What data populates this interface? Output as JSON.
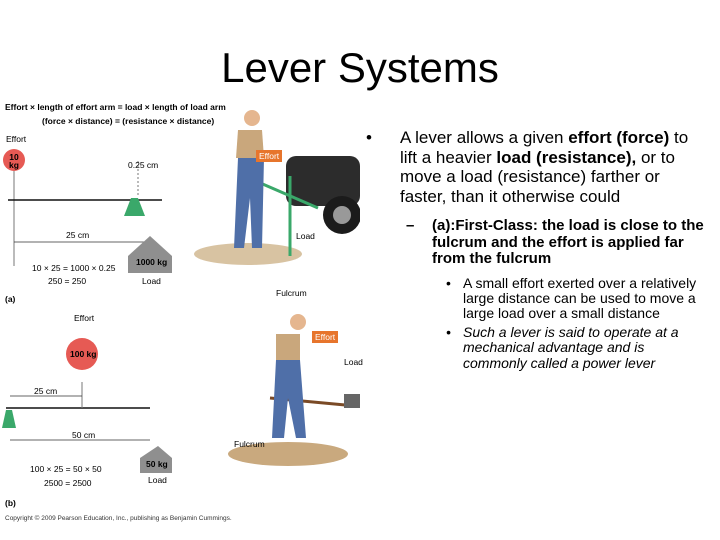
{
  "slide": {
    "title": "Lever Systems",
    "bullet1": {
      "t1": "A lever allows a given ",
      "b1": "effort (force)",
      "t2": " to lift a heavier ",
      "b2": "load (resistance),",
      "t3": " or to move a load (resistance) farther or faster, than it otherwise could"
    },
    "sub_bullet": "(a):First-Class: the load is close to the fulcrum and the effort is applied far from the fulcrum",
    "sub_sub_bullets": [
      "A small effort exerted over a relatively large distance can be used to move a large load over a small distance",
      "Such a lever is said to operate at a mechanical advantage and is commonly called a power lever"
    ]
  },
  "figure": {
    "formula_line1": "Effort × length of effort arm = load × length of load arm",
    "formula_line2": "(force × distance) = (resistance × distance)",
    "panel_a": {
      "effort_label": "Effort",
      "effort_weight": "10 kg",
      "short_distance": "0.25 cm",
      "long_distance": "25 cm",
      "load_weight": "1000 kg",
      "load_label": "Load",
      "calc_line1": "10 × 25 = 1000 × 0.25",
      "calc_line2": "250 = 250",
      "panel_label": "(a)",
      "photo_effort": "Effort",
      "photo_load": "Load",
      "photo_fulcrum": "Fulcrum"
    },
    "panel_b": {
      "effort_label": "Effort",
      "effort_weight": "100 kg",
      "short_distance": "25 cm",
      "long_distance": "50 cm",
      "load_weight": "50 kg",
      "load_label": "Load",
      "calc_line1": "100 × 25 = 50 × 50",
      "calc_line2": "2500 = 2500",
      "panel_label": "(b)",
      "photo_effort": "Effort",
      "photo_load": "Load",
      "photo_fulcrum": "Fulcrum"
    },
    "copyright": "Copyright © 2009 Pearson Education, Inc., publishing as Benjamin Cummings."
  },
  "colors": {
    "weight": "#e65a54",
    "fulcrum": "#3aa86a",
    "load_box": "#8f8f8f",
    "label_box": "#e7752c"
  }
}
